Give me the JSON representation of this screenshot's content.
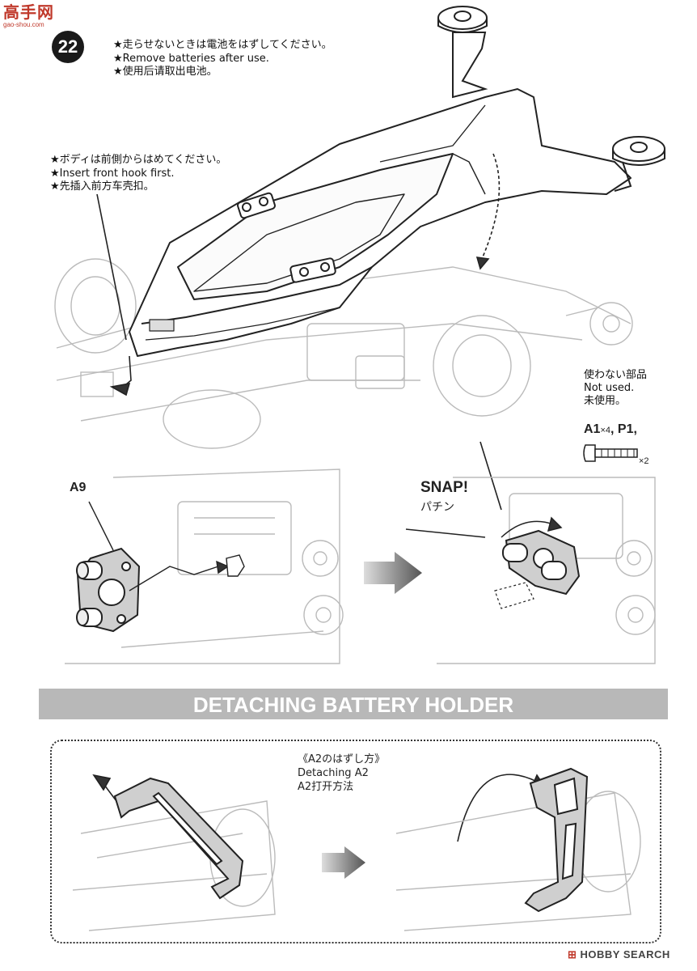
{
  "watermark": {
    "main": "高手网",
    "sub": "gao-shou.com"
  },
  "step": {
    "number": "22"
  },
  "notes": {
    "batteries": [
      "★走らせないときは電池をはずしてください。",
      "★Remove batteries after use.",
      "★使用后请取出电池。"
    ],
    "front_hook": [
      "★ボディは前側からはめてください。",
      "★Insert front hook first.",
      "★先插入前方车壳扣。"
    ]
  },
  "unused_parts": {
    "lines": [
      "使わない部品",
      "Not used.",
      "未使用。"
    ],
    "parts_label": "A1",
    "parts_qty": "×4",
    "parts_label2": ", P1,",
    "screw_qty": "×2"
  },
  "detail": {
    "part_a9": "A9",
    "snap": "SNAP!",
    "snap_jp": "パチン"
  },
  "section": {
    "title": "DETACHING BATTERY HOLDER"
  },
  "detach": {
    "lines": [
      "《A2のはずし方》",
      "Detaching A2",
      "A2打开方法"
    ]
  },
  "footer": {
    "brand_mark": "⊞ ",
    "brand": "HOBBY SEARCH"
  },
  "colors": {
    "banner": "#b8b8b8",
    "part_fill": "#cfcfcf",
    "line": "#333333",
    "accent": "#c0392b"
  }
}
